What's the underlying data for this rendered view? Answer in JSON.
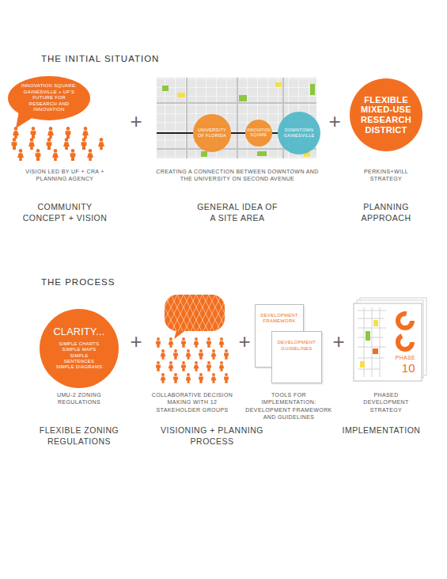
{
  "diagram": {
    "nodes": [
      {
        "text": [
          "INNOVATION SQUARE: GAINESVILLE + UF'S FUTURE FOR RESEARCH AND INNOVATION"
        ]
      },
      {
        "text": [
          "UNIVERSITY OF FLORIDA"
        ]
      },
      {
        "text": [
          "INNOVATION SQUARE"
        ]
      },
      {
        "text": [
          "DOWNTOWN GAINESVILLE"
        ]
      },
      {
        "text": [
          "FLEXIBLE MIXED-USE RESEARCH DISTRICT"
        ]
      },
      {
        "text": [
          "CLARITY...",
          "SIMPLE CHARTS SIMPLE MAPS SIMPLE SENTENCES SIMPLE DIAGRAMS"
        ]
      },
      {
        "text": [
          "DEVELOPMENT FRAMEWORK"
        ]
      },
      {
        "text": [
          "DEVELOPMENT GUIDELINES"
        ]
      },
      {
        "text": [
          "PHASE",
          "10"
        ]
      }
    ],
    "edges": [
      {
        "from": 1,
        "to": 2,
        "arrow": "none"
      },
      {
        "from": 2,
        "to": 3,
        "arrow": "none"
      }
    ],
    "labels": [
      "THE INITIAL SITUATION",
      "VISION LED BY UF + CRA + PLANNING AGENCY",
      "COMMUNITY CONCEPT + VISION",
      "+",
      "CREATING A CONNECTION BETWEEN DOWNTOWN AND THE UNIVERSITY ON SECOND AVENUE",
      "GENERAL IDEA OF A SITE AREA",
      "+",
      "PERKINS+WILL STRATEGY",
      "PLANNING APPROACH",
      "THE PROCESS",
      "UMU-2 ZONING REGULATIONS",
      "FLEXIBLE ZONING REGULATIONS",
      "+",
      "COLLABORATIVE DECISION MAKING WITH 12 STAKEHOLDER GROUPS",
      "VISIONING + PLANNING PROCESS",
      "+",
      "TOOLS FOR IMPLEMENTATION: DEVELOPMENT FRAMEWORK AND GUIDELINES",
      "+",
      "PHASED DEVELOPMENT STRATEGY",
      "IMPLEMENTATION"
    ]
  }
}
